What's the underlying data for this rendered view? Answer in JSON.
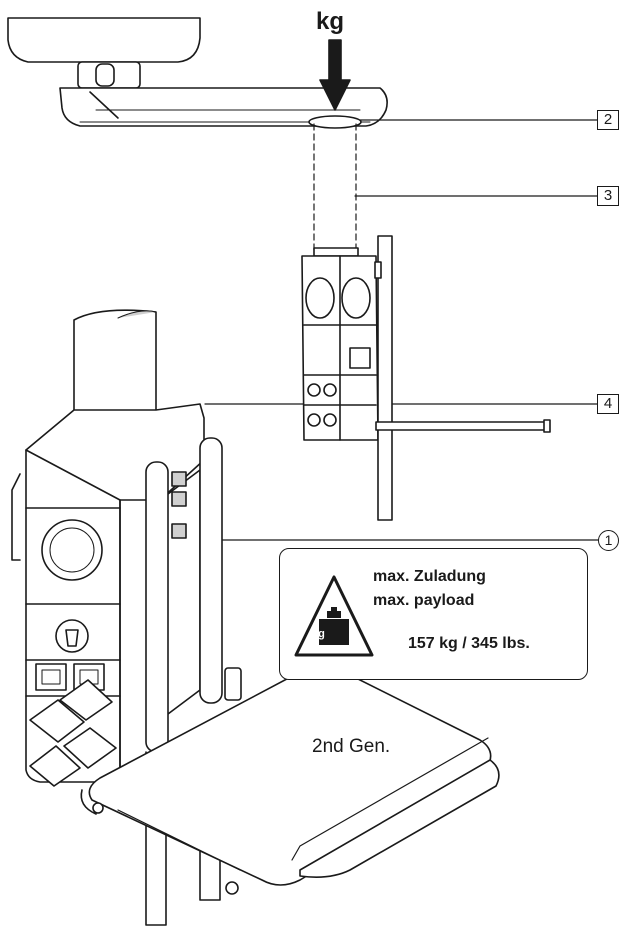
{
  "load_arrow_label": "kg",
  "callouts": [
    "2",
    "3",
    "4"
  ],
  "circled_callout": "1",
  "payload_label": {
    "line1": "max. Zuladung",
    "line2": "max. payload",
    "weight_icon_text": "kg",
    "capacity": "157 kg / 345 lbs."
  },
  "generation_label": "2nd Gen.",
  "colors": {
    "line": "#1a1a1a",
    "fill": "#ffffff",
    "shade": "#d0d0d0"
  }
}
